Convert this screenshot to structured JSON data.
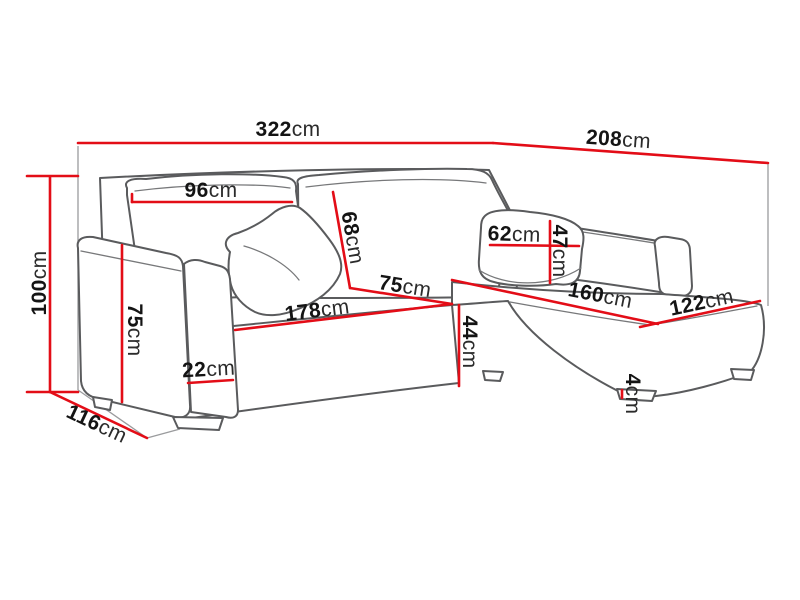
{
  "diagram": {
    "subject": "corner sofa with chaise - dimension drawing",
    "unit": "cm",
    "colors": {
      "dimension_line": "#e30d17",
      "drawing_line": "#5a5b5d",
      "label_text": "#141414",
      "background": "#ffffff"
    },
    "measurements": {
      "overall_width": {
        "value": 322,
        "unit": "cm"
      },
      "overall_depth": {
        "value": 208,
        "unit": "cm"
      },
      "back_cushion_width": {
        "value": 96,
        "unit": "cm"
      },
      "overall_height": {
        "value": 100,
        "unit": "cm"
      },
      "armrest_height": {
        "value": 75,
        "unit": "cm"
      },
      "sofa_base_depth": {
        "value": 116,
        "unit": "cm"
      },
      "back_cushion_height": {
        "value": 68,
        "unit": "cm"
      },
      "seat_depth": {
        "value": 75,
        "unit": "cm"
      },
      "seat_width": {
        "value": 178,
        "unit": "cm"
      },
      "armrest_width": {
        "value": 22,
        "unit": "cm"
      },
      "seat_height": {
        "value": 44,
        "unit": "cm"
      },
      "small_pillow_width": {
        "value": 62,
        "unit": "cm"
      },
      "small_pillow_height": {
        "value": 47,
        "unit": "cm"
      },
      "chaise_length": {
        "value": 160,
        "unit": "cm"
      },
      "chaise_width": {
        "value": 122,
        "unit": "cm"
      },
      "leg_height": {
        "value": 4,
        "unit": "cm"
      }
    }
  }
}
